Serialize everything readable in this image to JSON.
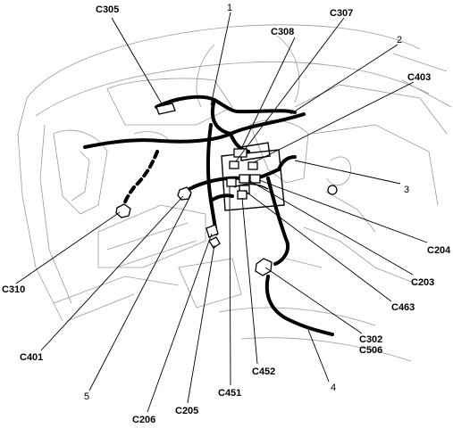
{
  "connector_labels": {
    "c305": "C305",
    "c308": "C308",
    "c307": "C307",
    "c403": "C403",
    "c310": "C310",
    "c204": "C204",
    "c203": "C203",
    "c463": "C463",
    "c401": "C401",
    "c302": "C302",
    "c506": "C506",
    "c452": "C452",
    "c451": "C451",
    "c206": "C206",
    "c205": "C205"
  },
  "callout_numbers": {
    "n1": "1",
    "n2": "2",
    "n3": "3",
    "n4": "4",
    "n5": "5"
  }
}
